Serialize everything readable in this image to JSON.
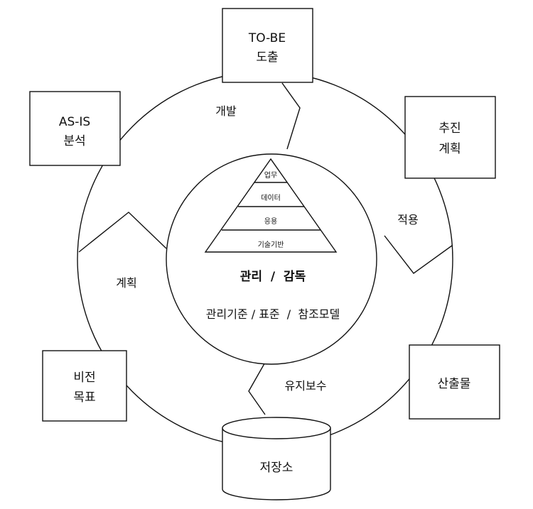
{
  "boxes": {
    "tobe": [
      "TO-BE",
      "도출"
    ],
    "asis": [
      "AS-IS",
      "분석"
    ],
    "plan": [
      "추진",
      "계획"
    ],
    "vision": [
      "비전",
      "목표"
    ],
    "output": [
      "산출물"
    ],
    "storage": [
      "저장소"
    ]
  },
  "segments": {
    "develop": "개발",
    "apply": "적용",
    "plan": "계획",
    "maintain": "유지보수"
  },
  "pyramid": [
    "업무",
    "데이터",
    "응용",
    "기술기반"
  ],
  "center": {
    "title": "관리  /  감독",
    "subtitle": "관리기준 / 표준  /  참조모델"
  }
}
